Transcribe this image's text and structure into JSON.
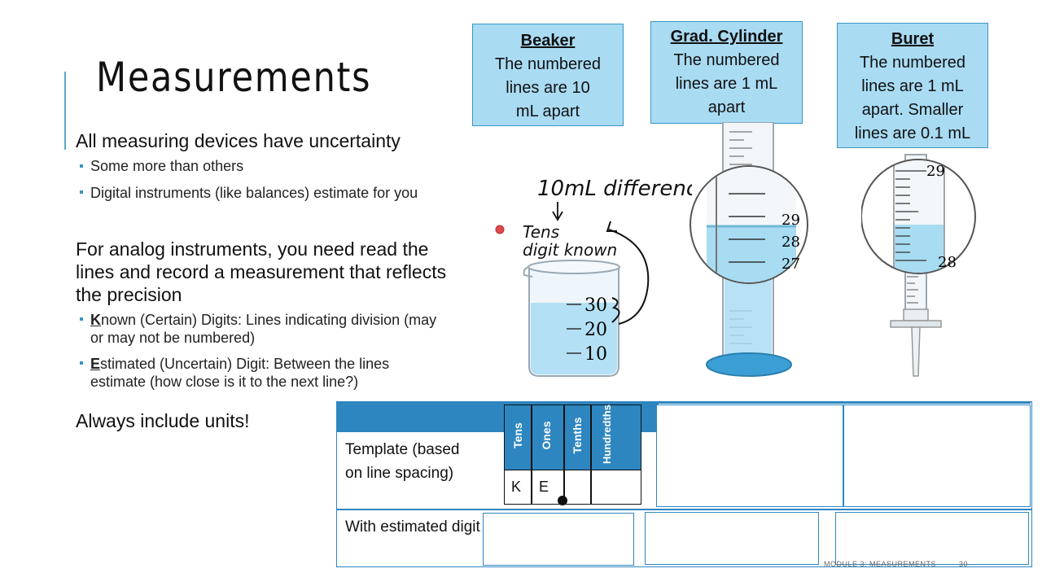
{
  "slide": {
    "title": "Measurements",
    "points": [
      {
        "text": "All measuring devices have uncertainty",
        "subs": [
          "Some more than others",
          "Digital instruments (like balances) estimate for you"
        ]
      },
      {
        "text": "For analog instruments, you need read the lines and record a measurement that reflects the precision",
        "subs": [
          {
            "first": "K",
            "rest": "nown (Certain) Digits: Lines indicating division (may or may not be numbered)"
          },
          {
            "first": "E",
            "rest": "stimated (Uncertain) Digit: Between the lines estimate (how close is it to the next line?)"
          }
        ]
      },
      {
        "text": "Always include units!"
      }
    ]
  },
  "instruments": [
    {
      "name": "Beaker",
      "desc": "The numbered lines are 10 mL apart"
    },
    {
      "name": "Grad. Cylinder",
      "desc": "The numbered lines are 1 mL apart"
    },
    {
      "name": "Buret",
      "desc": "The numbered lines are 1 mL apart. Smaller lines are 0.1 mL"
    }
  ],
  "annotations": {
    "difference": "10mL difference",
    "tens_known_1": "Tens",
    "tens_known_2": "digit known"
  },
  "beaker_scale": [
    "30",
    "20",
    "10"
  ],
  "cylinder_scale": [
    "29",
    "28",
    "27"
  ],
  "buret_scale": [
    "29",
    "28"
  ],
  "table": {
    "row1_label": "Template (based on line spacing)",
    "row2_label": "With estimated digit",
    "columns": [
      "Tens",
      "Ones",
      "Tenths",
      "Hundredths"
    ],
    "template_values": [
      "K",
      "E",
      "",
      ""
    ]
  },
  "footer": {
    "text": "MODULE 3: MEASUREMENTS",
    "page": "30"
  },
  "colors": {
    "accent": "#3b94c4",
    "box_fill": "#a9dbf3",
    "table_header": "#2e86c1",
    "liquid": "#a8dcf2"
  }
}
